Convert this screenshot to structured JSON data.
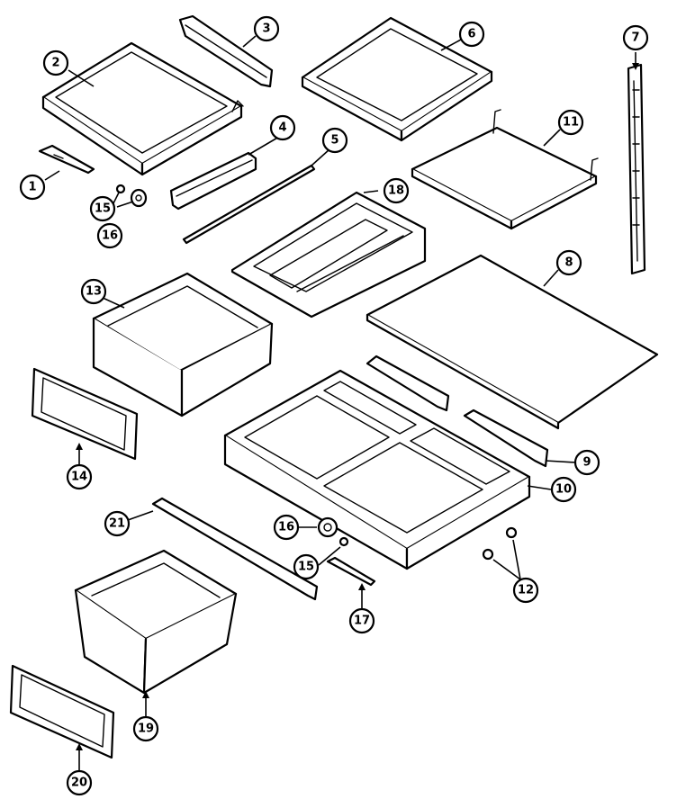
{
  "callouts": [
    {
      "label": "1"
    },
    {
      "label": "2"
    },
    {
      "label": "3"
    },
    {
      "label": "4"
    },
    {
      "label": "5"
    },
    {
      "label": "6"
    },
    {
      "label": "7"
    },
    {
      "label": "8"
    },
    {
      "label": "9"
    },
    {
      "label": "10"
    },
    {
      "label": "11"
    },
    {
      "label": "12"
    },
    {
      "label": "13"
    },
    {
      "label": "14"
    },
    {
      "label": "15"
    },
    {
      "label": "16"
    },
    {
      "label": "18"
    },
    {
      "label": "15"
    },
    {
      "label": "16"
    },
    {
      "label": "17"
    },
    {
      "label": "19"
    },
    {
      "label": "20"
    },
    {
      "label": "21"
    }
  ]
}
